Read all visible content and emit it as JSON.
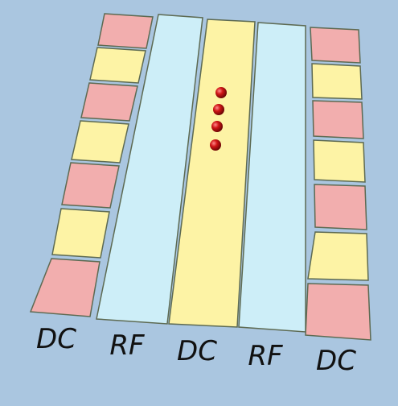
{
  "colors": {
    "background": "#aac6e0",
    "dc": "#fdf3a5",
    "rf": "#cdeef8",
    "dc_segment": "#f2aeae",
    "ion": "#c40e0e"
  },
  "labels": [
    "DC",
    "RF",
    "DC",
    "RF",
    "DC"
  ],
  "electrodes": {
    "left_segments": [
      "dc-segment",
      "dc",
      "dc-segment",
      "dc",
      "dc-segment",
      "dc",
      "dc-segment"
    ],
    "right_segments": [
      "dc-segment",
      "dc",
      "dc-segment",
      "dc",
      "dc-segment",
      "dc",
      "dc-segment"
    ],
    "center_strips": [
      "rf",
      "dc",
      "rf"
    ]
  },
  "ions": {
    "count": 4
  }
}
